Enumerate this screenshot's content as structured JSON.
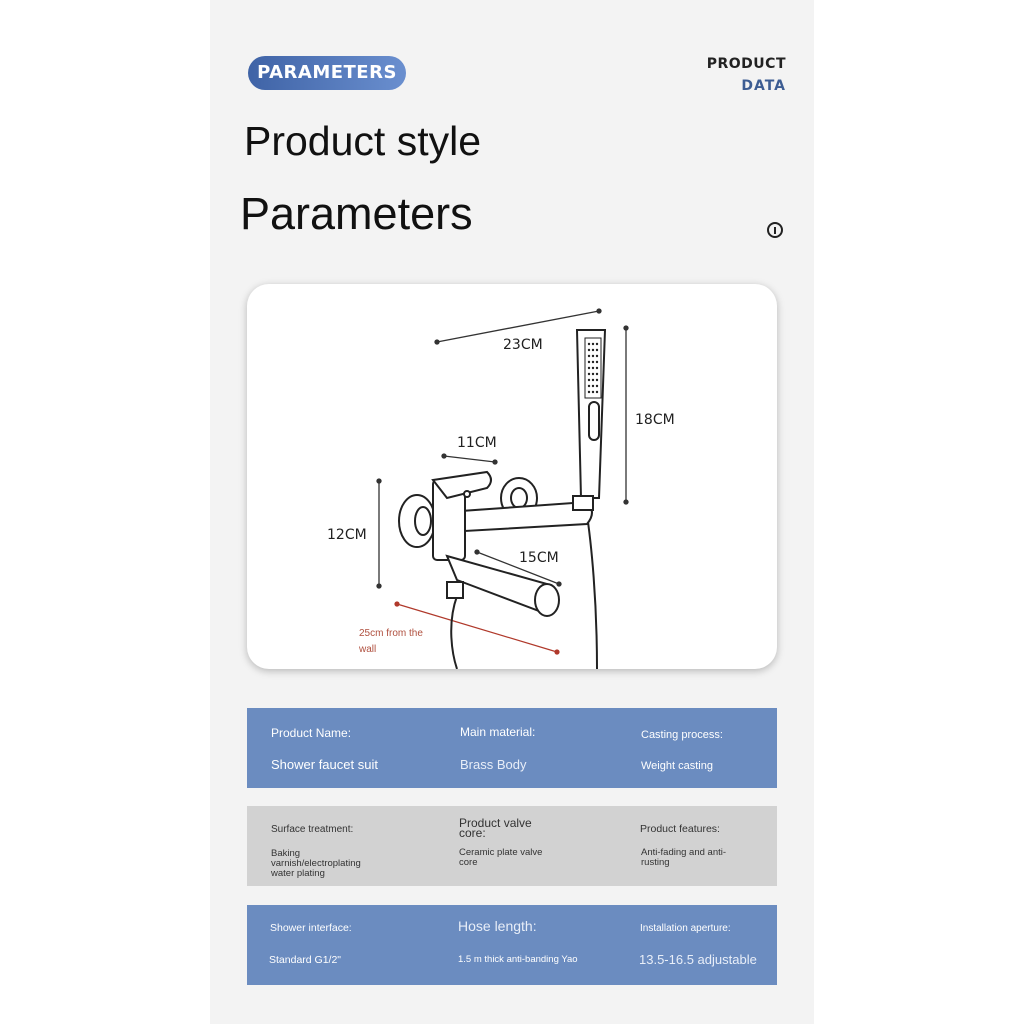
{
  "header": {
    "badge": "PARAMETERS",
    "corner_line1": "PRODUCT",
    "corner_line2": "DATA",
    "title_line1": "Product style",
    "title_line2": "Parameters"
  },
  "diagram": {
    "dim_width": "23CM",
    "dim_handset": "18CM",
    "dim_spacing": "11CM",
    "dim_height": "12CM",
    "dim_spout": "15CM",
    "wall_note_line1": "25cm from the",
    "wall_note_line2": "wall"
  },
  "rows": [
    {
      "theme": "blue",
      "cells": [
        {
          "label": "Product Name:",
          "value": "Shower faucet suit"
        },
        {
          "label": "Main material:",
          "value": "Brass Body"
        },
        {
          "label": "Casting process:",
          "value": "Weight casting"
        }
      ]
    },
    {
      "theme": "grey",
      "cells": [
        {
          "label": "Surface treatment:",
          "value": "Baking varnish/electroplating water plating"
        },
        {
          "label": "Product valve core:",
          "value": "Ceramic plate valve core"
        },
        {
          "label": "Product features:",
          "value": "Anti-fading and anti-rusting"
        }
      ]
    },
    {
      "theme": "blue",
      "cells": [
        {
          "label": "Shower interface:",
          "value": "Standard G1/2\""
        },
        {
          "label": "Hose length:",
          "value": "1.5 m thick anti-banding Yao"
        },
        {
          "label": "Installation aperture:",
          "value": "13.5-16.5 adjustable"
        }
      ]
    }
  ]
}
